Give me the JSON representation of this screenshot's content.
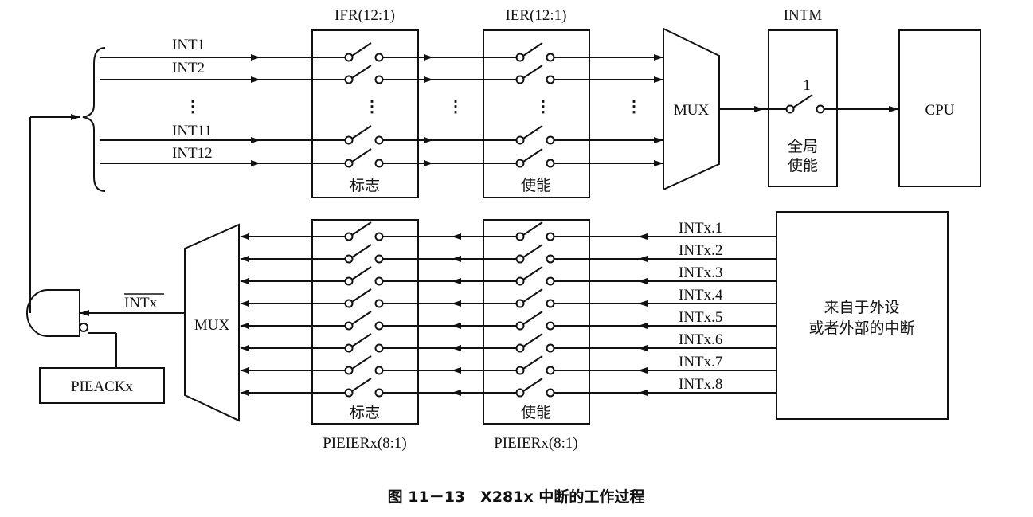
{
  "labels": {
    "ifr_top": "IFR(12:1)",
    "ier_top": "IER(12:1)",
    "intm": "INTM",
    "cpu": "CPU",
    "mux_top": "MUX",
    "mux_bottom": "MUX",
    "flag_top": "标志",
    "enable_top": "使能",
    "flag_bottom": "标志",
    "enable_bottom": "使能",
    "global_enable_line1": "全局",
    "global_enable_line2": "使能",
    "intm_switch_value": "1",
    "intx_bar": "INTx",
    "pieack": "PIEACKx",
    "pieier_left": "PIEIERx(8:1)",
    "pieier_right": "PIEIERx(8:1)",
    "peripheral_line1": "来自于外设",
    "peripheral_line2": "或者外部的中断",
    "dots": "⋮"
  },
  "top_int_labels": [
    "INT1",
    "INT2",
    "INT11",
    "INT12"
  ],
  "bottom_int_labels": [
    "INTx.1",
    "INTx.2",
    "INTx.3",
    "INTx.4",
    "INTx.5",
    "INTx.6",
    "INTx.7",
    "INTx.8"
  ],
  "caption": "图 11－13　X281x 中断的工作过程",
  "colors": {
    "ink": "#111111",
    "background": "#ffffff"
  }
}
